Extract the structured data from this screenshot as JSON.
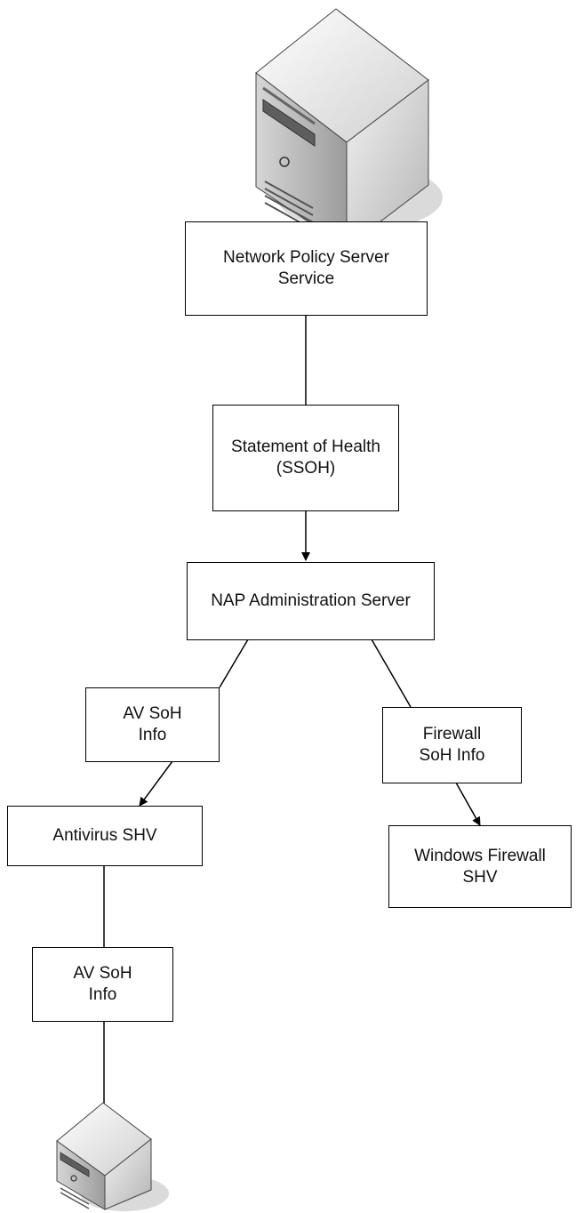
{
  "diagram": {
    "nodes": {
      "nps_service": "Network Policy Server\nService",
      "ssoh": "Statement of Health\n(SSOH)",
      "nap_admin": "NAP Administration Server",
      "av_soh_info_1": "AV SoH\nInfo",
      "firewall_soh_info": "Firewall\nSoH Info",
      "antivirus_shv": "Antivirus SHV",
      "windows_firewall_shv": "Windows Firewall\nSHV",
      "av_soh_info_2": "AV SoH\nInfo"
    },
    "icons": {
      "top_server": "server-tower-icon",
      "bottom_server": "server-tower-icon"
    },
    "colors": {
      "line": "#000000",
      "server_body": "#bdbdbd",
      "server_shadow": "#dadada"
    }
  }
}
